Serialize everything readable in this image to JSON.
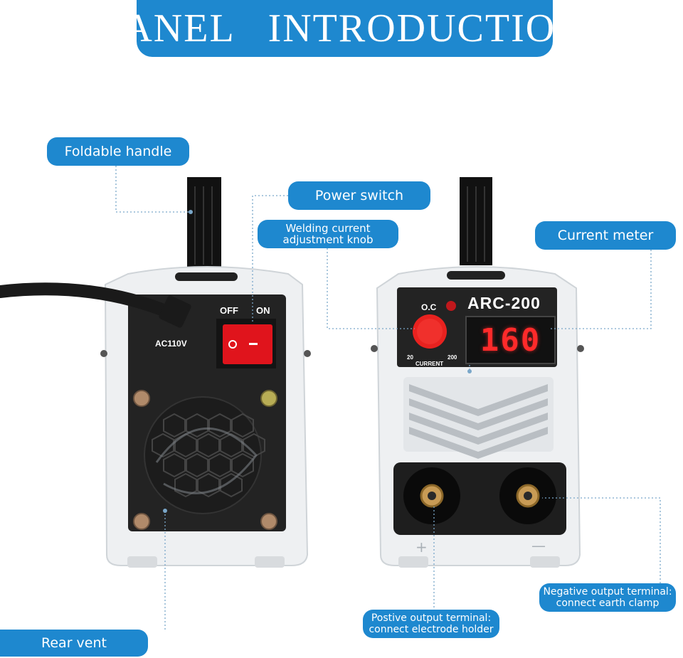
{
  "banner": {
    "title": "PANEL   INTRODUCTION"
  },
  "labels": {
    "foldable_handle": "Foldable handle",
    "power_switch": "Power switch",
    "knob_line1": "Welding current",
    "knob_line2": "adjustment knob",
    "current_meter": "Current meter",
    "negative_line1": "Negative output terminal:",
    "negative_line2": "connect earth clamp",
    "positive_line1": "Postive output terminal:",
    "positive_line2": "connect electrode holder",
    "rear_vent": "Rear vent"
  },
  "device": {
    "model": "ARC-200",
    "display_value": "160",
    "oc_label": "O.C",
    "switch_off": "OFF",
    "switch_on": "ON",
    "voltage": "AC110V",
    "knob_label": "CURRENT",
    "knob_min": "20",
    "knob_max": "200",
    "plus_sign": "+",
    "minus_sign": "—"
  },
  "colors": {
    "accent": "#1e88cf",
    "display_red": "#ff2a2a",
    "switch_red": "#e0141c"
  }
}
